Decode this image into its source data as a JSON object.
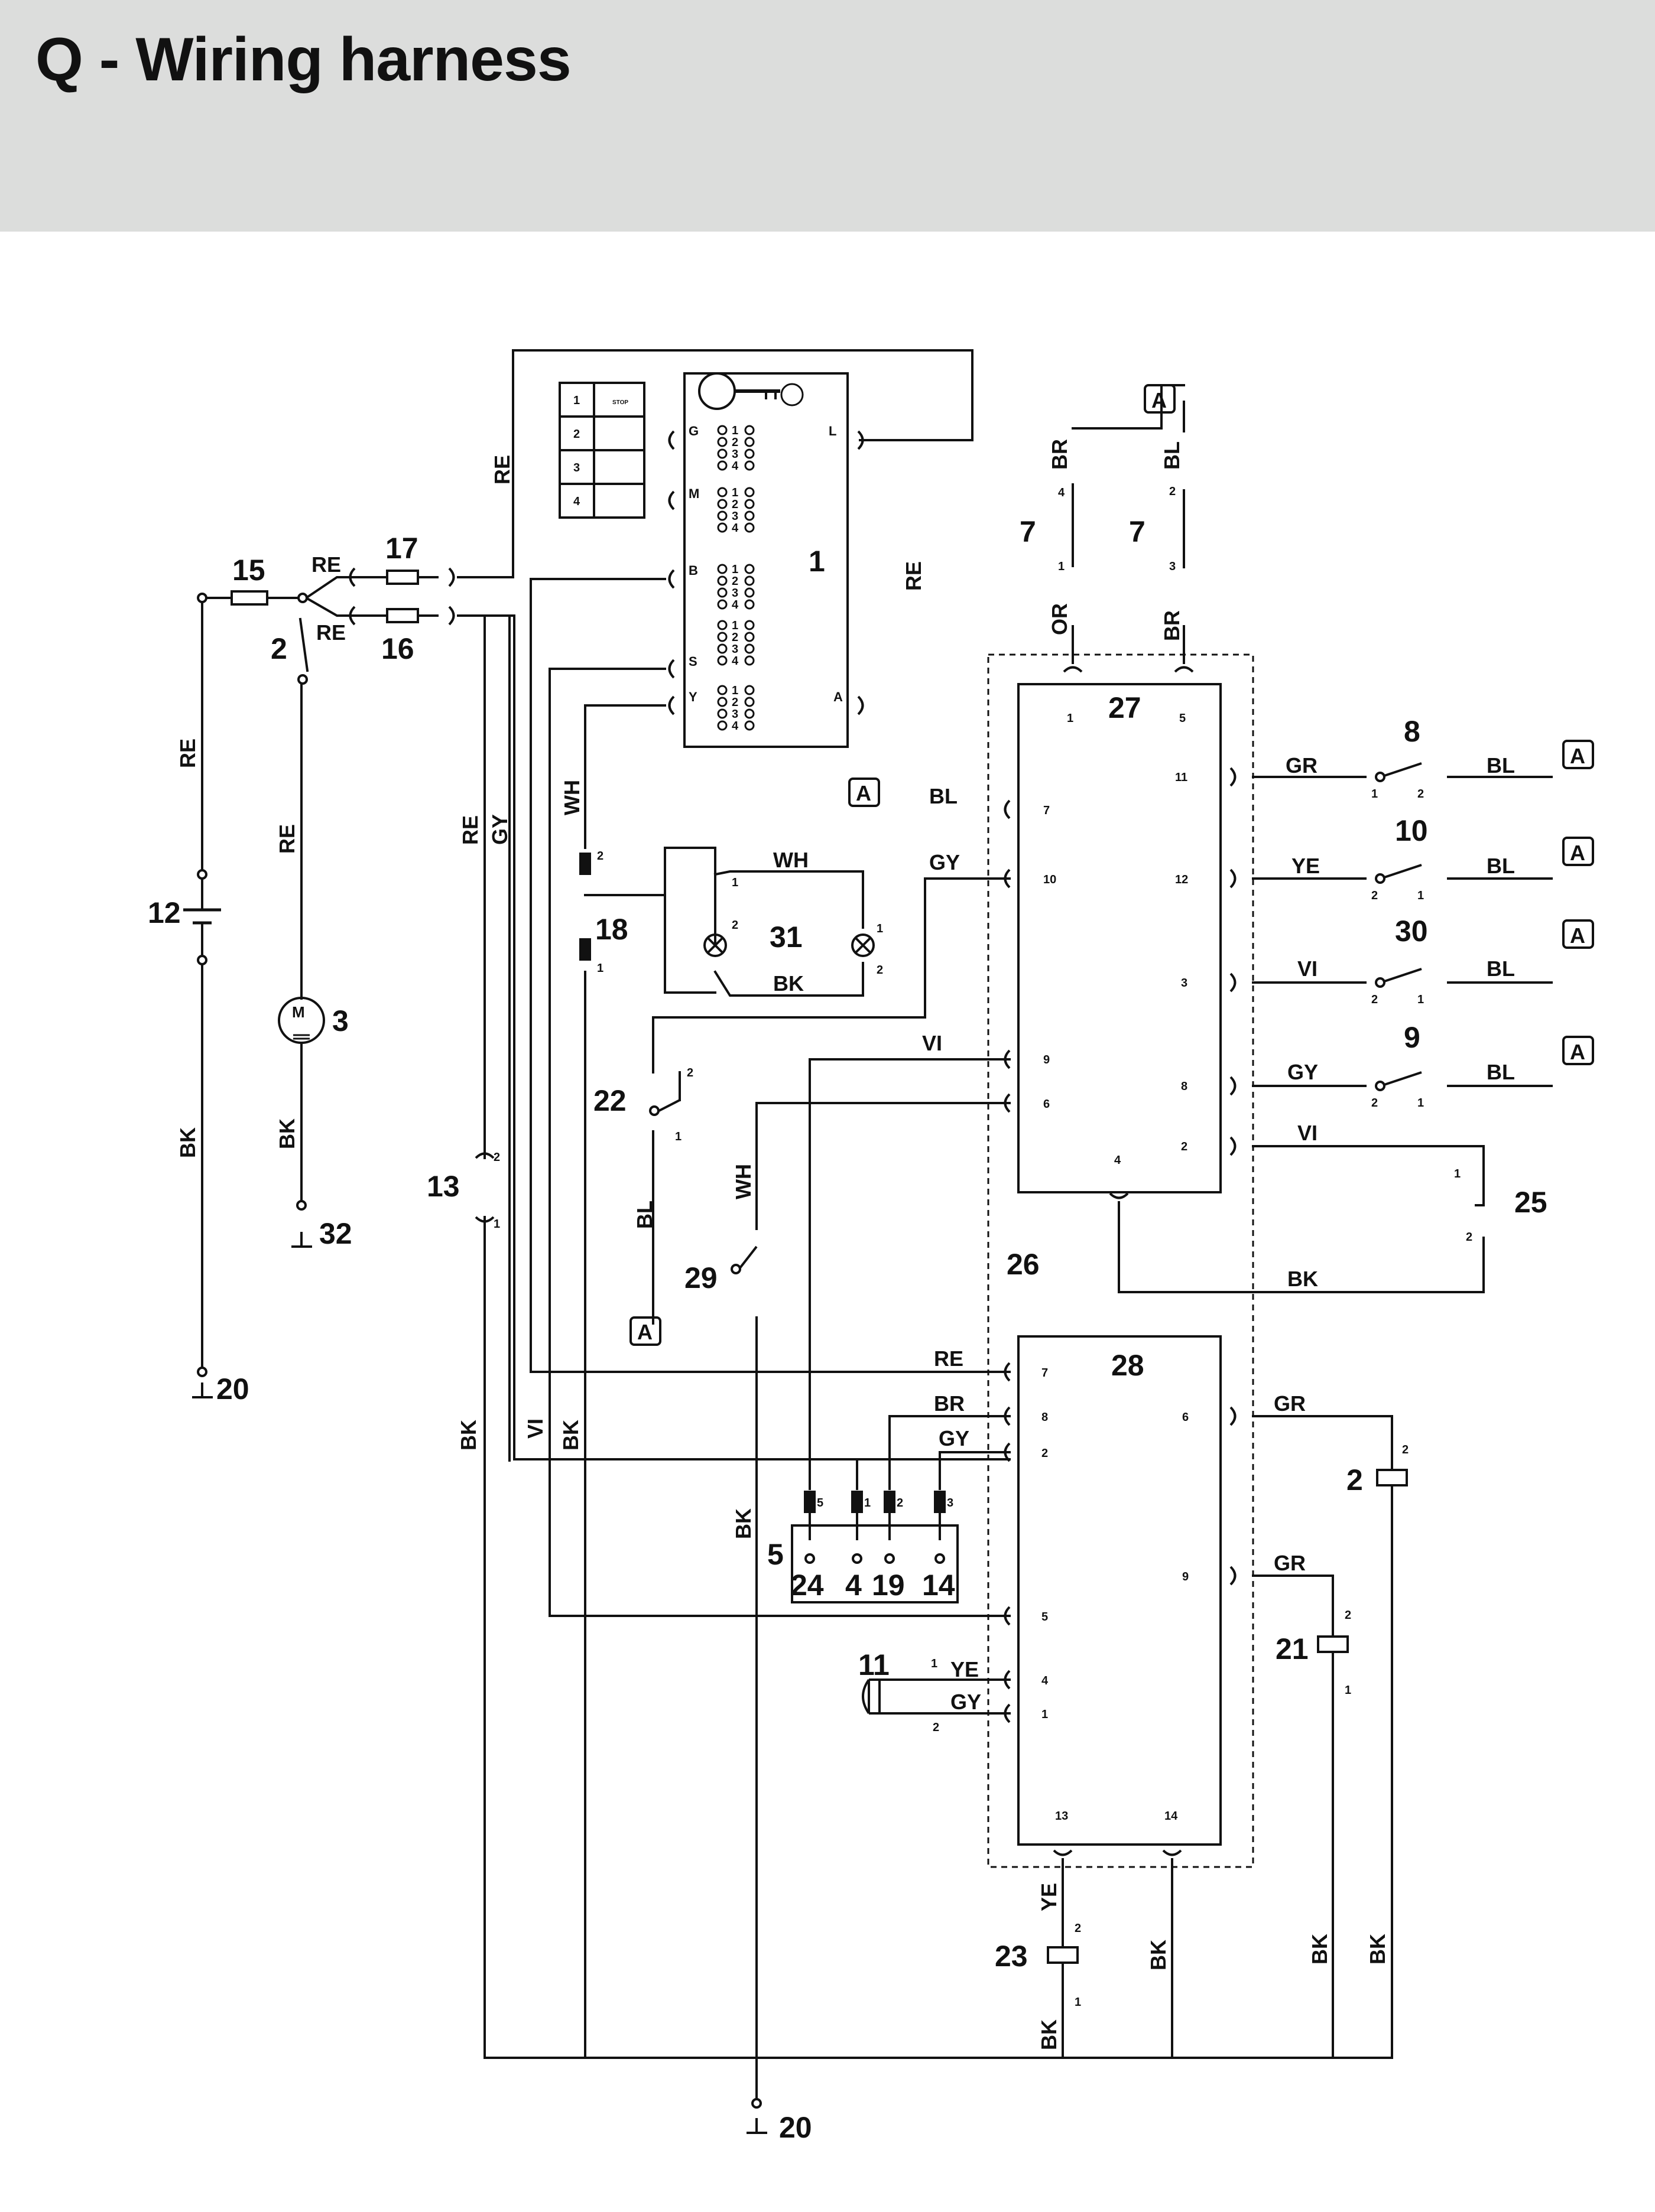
{
  "header": {
    "title": "Q - Wiring harness"
  },
  "colors": {
    "header_bg": "#dcdddc",
    "line": "#111111"
  },
  "dashboard": {
    "legend_rows": [
      "1",
      "2",
      "3",
      "4"
    ],
    "terminals": [
      "G",
      "M",
      "B",
      "S",
      "Y",
      "L",
      "A"
    ],
    "group_pins": [
      "1",
      "2",
      "3",
      "4"
    ],
    "stop_label": "STOP"
  },
  "components": {
    "c1": "1",
    "c2a": "2",
    "c2b": "2",
    "c3": "3",
    "c5": "5",
    "c7a": "7",
    "c7b": "7",
    "c8": "8",
    "c9": "9",
    "c10": "10",
    "c11": "11",
    "c12": "12",
    "c13": "13",
    "c15": "15",
    "c16": "16",
    "c17": "17",
    "c18": "18",
    "c20a": "20",
    "c20b": "20",
    "c21": "21",
    "c22": "22",
    "c23": "23",
    "c25": "25",
    "c26": "26",
    "c27": "27",
    "c28": "28",
    "c29": "29",
    "c30": "30",
    "c31": "31",
    "c32": "32",
    "motor": "M",
    "ground_marker": "A",
    "conn5_pins": [
      "24",
      "4",
      "19",
      "14"
    ],
    "conn5_tabs": [
      "5",
      "1",
      "2",
      "3"
    ]
  },
  "wires": {
    "re": "RE",
    "gy": "GY",
    "bk": "BK",
    "bl": "BL",
    "br": "BR",
    "or": "OR",
    "gr": "GR",
    "ye": "YE",
    "vi": "VI",
    "wh": "WH"
  },
  "pins": {
    "p1": "1",
    "p2": "2",
    "p3": "3",
    "p4": "4",
    "p5": "5",
    "p6": "6",
    "p7": "7",
    "p8": "8",
    "p9": "9",
    "p10": "10",
    "p11": "11",
    "p12": "12",
    "p13": "13",
    "p14": "14"
  }
}
